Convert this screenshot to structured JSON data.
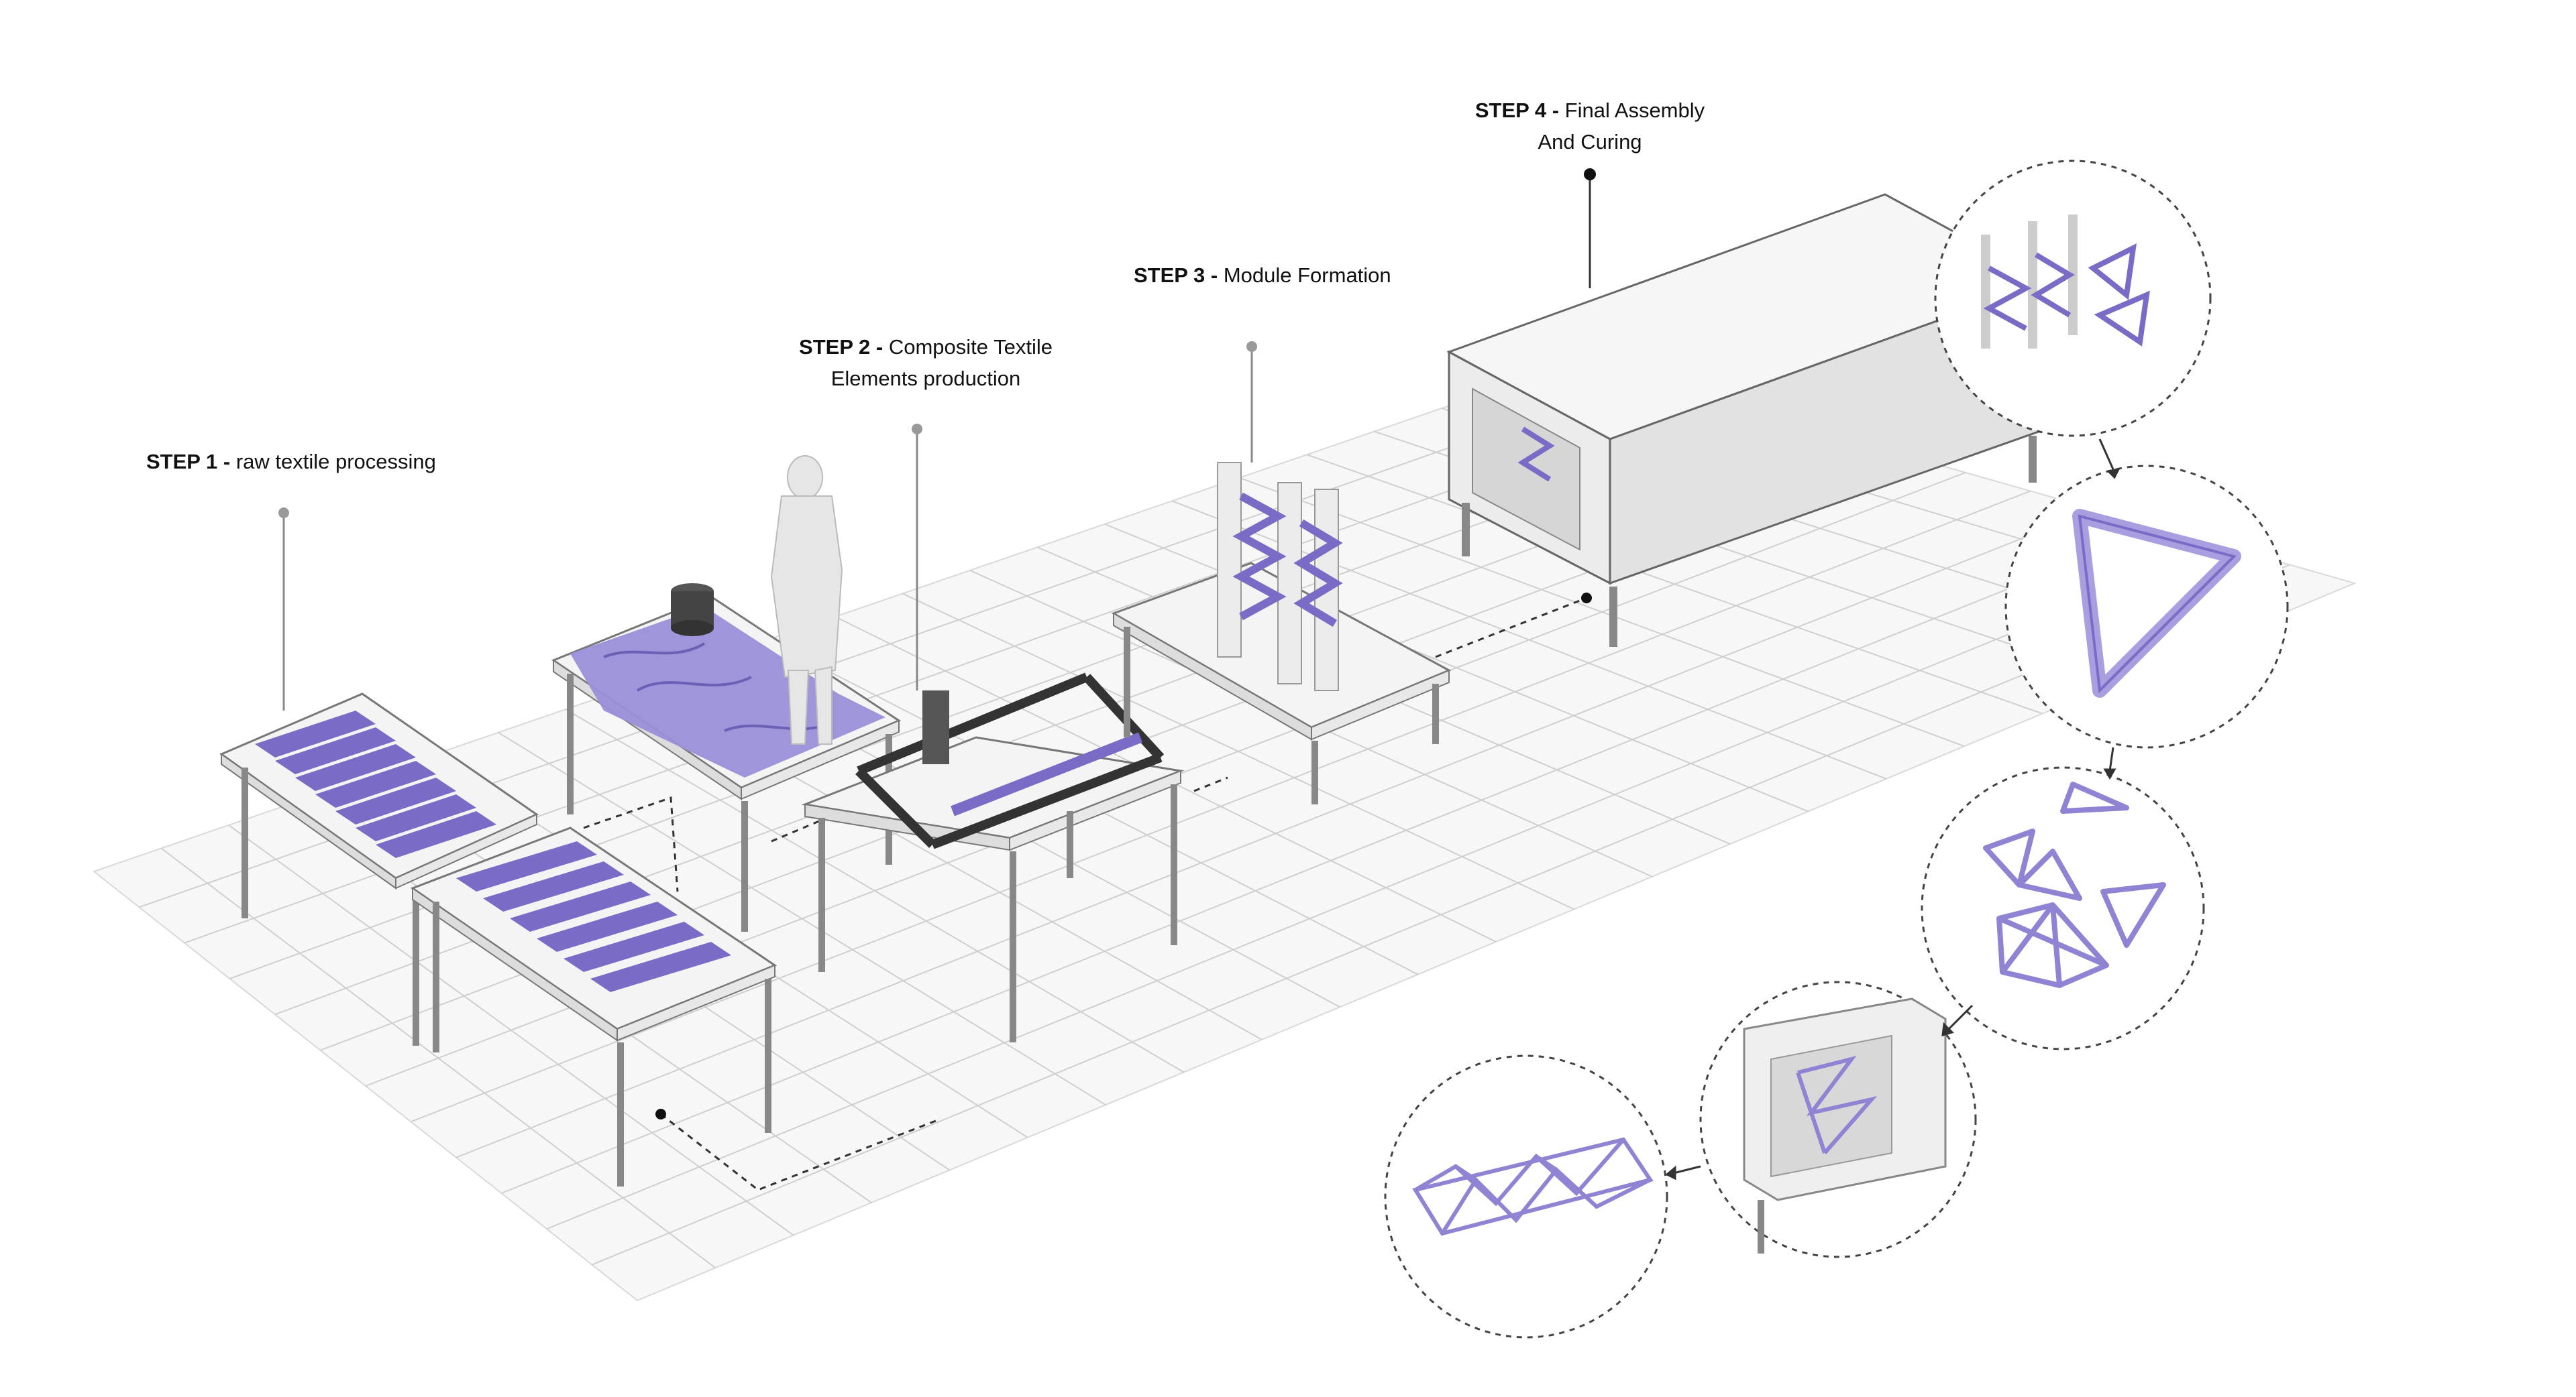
{
  "steps": [
    {
      "bold": "STEP 1 -",
      "text": "raw textile processing"
    },
    {
      "bold": "STEP 2 -",
      "text": "Composite Textile",
      "text2": "Elements production"
    },
    {
      "bold": "STEP 3 -",
      "text": "Module Formation"
    },
    {
      "bold": "STEP 4 -",
      "text": "Final Assembly",
      "text2": "And Curing"
    }
  ],
  "colors": {
    "textile": "#7a6bc6",
    "textile_light": "#a99ee0",
    "line": "#555555",
    "grid": "#cfcfcf",
    "furniture": "#f2f2f2"
  }
}
